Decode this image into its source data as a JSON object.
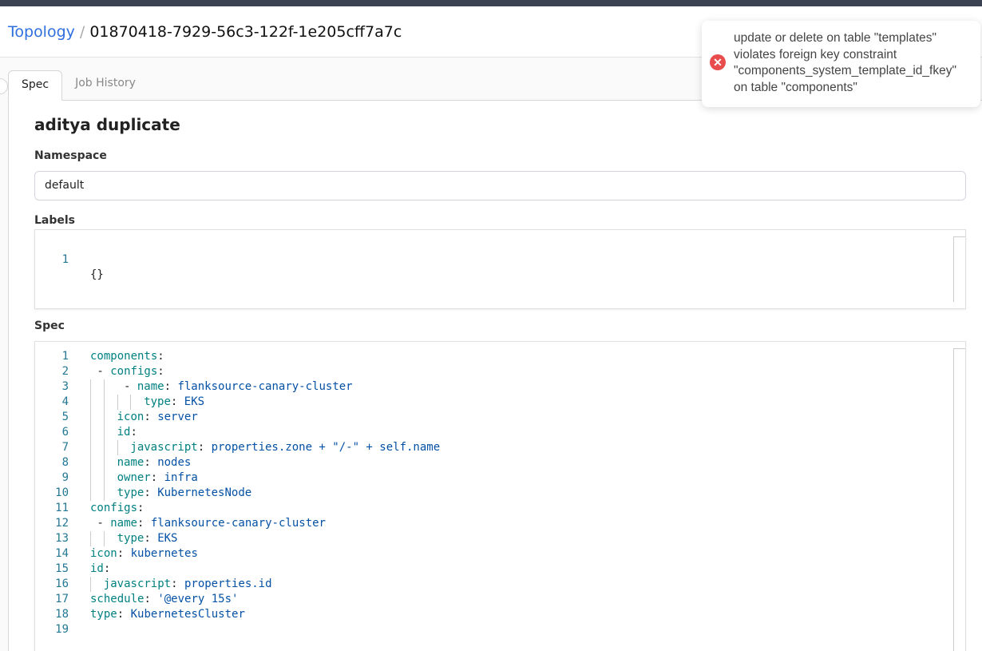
{
  "breadcrumb": {
    "root": "Topology",
    "separator": "/",
    "id": "01870418-7929-56c3-122f-1e205cff7a7c"
  },
  "tabs": [
    {
      "label": "Spec",
      "active": true
    },
    {
      "label": "Job History",
      "active": false
    }
  ],
  "form": {
    "title": "aditya duplicate",
    "namespace_label": "Namespace",
    "namespace_value": "default",
    "labels_label": "Labels",
    "labels_lines": [
      {
        "n": "1",
        "text": "{}"
      }
    ],
    "spec_label": "Spec"
  },
  "spec_lines": [
    {
      "n": "1",
      "indent": 0,
      "key": "components",
      "val": ""
    },
    {
      "n": "2",
      "indent": 1,
      "dash": true,
      "key": "configs",
      "val": ""
    },
    {
      "n": "3",
      "indent": 3,
      "dash": true,
      "key": "name",
      "val": "flanksource-canary-cluster"
    },
    {
      "n": "4",
      "indent": 4,
      "key": "type",
      "val": "EKS"
    },
    {
      "n": "5",
      "indent": 2,
      "key": "icon",
      "val": "server"
    },
    {
      "n": "6",
      "indent": 2,
      "key": "id",
      "val": ""
    },
    {
      "n": "7",
      "indent": 3,
      "key": "javascript",
      "val": "properties.zone + \"/-\" + self.name"
    },
    {
      "n": "8",
      "indent": 2,
      "key": "name",
      "val": "nodes"
    },
    {
      "n": "9",
      "indent": 2,
      "key": "owner",
      "val": "infra"
    },
    {
      "n": "10",
      "indent": 2,
      "key": "type",
      "val": "KubernetesNode"
    },
    {
      "n": "11",
      "indent": 0,
      "key": "configs",
      "val": ""
    },
    {
      "n": "12",
      "indent": 1,
      "dash": true,
      "key": "name",
      "val": "flanksource-canary-cluster"
    },
    {
      "n": "13",
      "indent": 2,
      "key": "type",
      "val": "EKS"
    },
    {
      "n": "14",
      "indent": 0,
      "key": "icon",
      "val": "kubernetes"
    },
    {
      "n": "15",
      "indent": 0,
      "key": "id",
      "val": ""
    },
    {
      "n": "16",
      "indent": 1,
      "key": "javascript",
      "val": "properties.id"
    },
    {
      "n": "17",
      "indent": 0,
      "key": "schedule",
      "val": "'@every 15s'"
    },
    {
      "n": "18",
      "indent": 0,
      "key": "type",
      "val": "KubernetesCluster"
    },
    {
      "n": "19",
      "indent": 0,
      "key": "",
      "val": ""
    }
  ],
  "toast": {
    "icon": "error-x-icon",
    "color": "#e84c4c",
    "message": "update or delete on table \"templates\" violates foreign key constraint \"components_system_template_id_fkey\" on table \"components\""
  }
}
